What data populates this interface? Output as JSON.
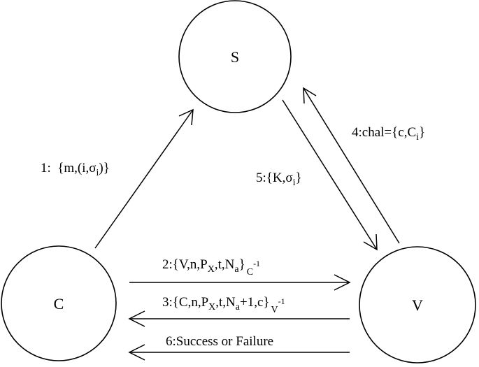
{
  "nodes": {
    "s": {
      "label": "S"
    },
    "c": {
      "label": "C"
    },
    "v": {
      "label": "V"
    }
  },
  "edges": {
    "e1": {
      "num": "1:",
      "gap": "  ",
      "open": "{m,(i,σ",
      "sub": "i",
      "close": ")}"
    },
    "e2": {
      "text": "2:{V,n,P",
      "sub1": "X",
      "mid": ",t,N",
      "sub2": "a",
      "close": "}",
      "sub3": "C",
      "sup": "-1"
    },
    "e3": {
      "text": "3:{C,n,P",
      "sub1": "X",
      "mid": ",t,N",
      "sub2": "a",
      "tail": "+1,c}",
      "sub3": "V",
      "sup": "-1"
    },
    "e4": {
      "text": "4:chal={c,C",
      "sub": "i",
      "close": "}"
    },
    "e5": {
      "text": "5:{K,σ",
      "sub": "i",
      "close": "}"
    },
    "e6": {
      "text": "6:Success or Failure"
    }
  }
}
